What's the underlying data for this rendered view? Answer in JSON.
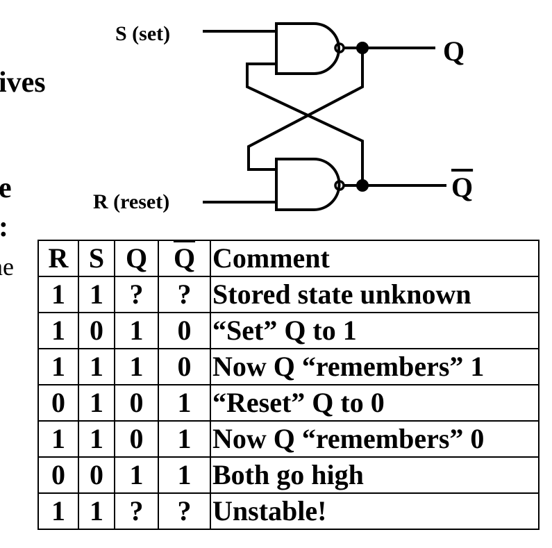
{
  "left_fragments": {
    "line1": "ives",
    "line2": "e",
    "line3": ":",
    "line4": "ne"
  },
  "circuit": {
    "set_label": "S (set)",
    "reset_label": "R (reset)",
    "q_label": "Q",
    "qbar_label": "Q"
  },
  "table": {
    "headers": [
      "R",
      "S",
      "Q",
      "Q",
      "Comment"
    ],
    "rows": [
      [
        "1",
        "1",
        "?",
        "?",
        "Stored state unknown"
      ],
      [
        "1",
        "0",
        "1",
        "0",
        "“Set” Q to 1"
      ],
      [
        "1",
        "1",
        "1",
        "0",
        "Now Q “remembers” 1"
      ],
      [
        "0",
        "1",
        "0",
        "1",
        "“Reset” Q to 0"
      ],
      [
        "1",
        "1",
        "0",
        "1",
        "Now Q “remembers” 0"
      ],
      [
        "0",
        "0",
        "1",
        "1",
        "Both go high"
      ],
      [
        "1",
        "1",
        "?",
        "?",
        "Unstable!"
      ]
    ]
  }
}
